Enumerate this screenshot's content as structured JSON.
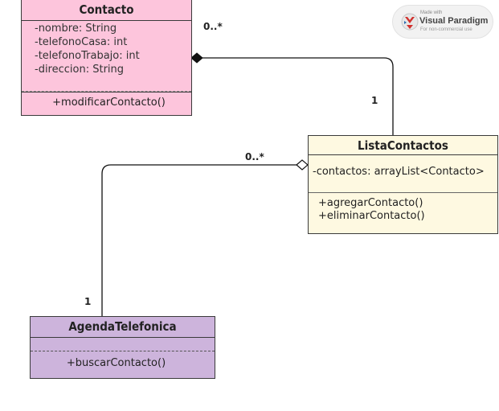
{
  "classes": {
    "contacto": {
      "name": "Contacto",
      "attributes": [
        "-nombre: String",
        "-telefonoCasa: int",
        "-telefonoTrabajo: int",
        "-direccion: String"
      ],
      "operations": [
        "+modificarContacto()"
      ],
      "fill": "#fdc5dc"
    },
    "lista": {
      "name": "ListaContactos",
      "attributes": [
        "-contactos: arrayList<Contacto>"
      ],
      "operations": [
        "+agregarContacto()",
        "+eliminarContacto()"
      ],
      "fill": "#fef9e1"
    },
    "agenda": {
      "name": "AgendaTelefonica",
      "attributes": [],
      "operations": [
        "+buscarContacto()"
      ],
      "fill": "#cdb4dc"
    }
  },
  "associations": {
    "composition": {
      "source": "ListaContactos",
      "target": "Contacto",
      "source_mult": "1",
      "target_mult": "0..*"
    },
    "aggregation": {
      "source": "AgendaTelefonica",
      "target": "ListaContactos",
      "source_mult": "1",
      "target_mult": "0..*"
    }
  },
  "watermark": {
    "made_with": "Made with",
    "brand": "Visual Paradigm",
    "note": "For non-commercial use"
  }
}
